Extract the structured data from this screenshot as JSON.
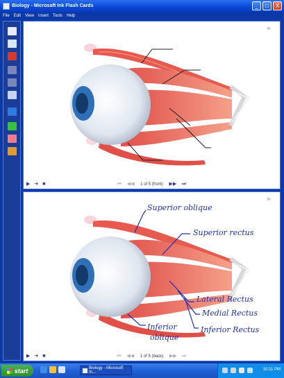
{
  "window": {
    "title": "Biology - Microsoft Ink Flash Cards",
    "buttons": [
      "_",
      "□",
      "X"
    ]
  },
  "menu": [
    "File",
    "Edit",
    "View",
    "Insert",
    "Tools",
    "Help"
  ],
  "tools": [
    {
      "name": "new-card-icon",
      "color": "#e8e8ff"
    },
    {
      "name": "new-deck-icon",
      "color": "#d8e6ff"
    },
    {
      "name": "delete-card-icon",
      "color": "#d23a2a"
    },
    {
      "name": "cut-icon",
      "color": "#7a86b8"
    },
    {
      "name": "copy-icon",
      "color": "#7a86b8"
    },
    {
      "name": "paste-icon",
      "color": "#c9d2f0"
    },
    {
      "name": "pen-icon",
      "color": "#2d7be0"
    },
    {
      "name": "highlighter-icon",
      "color": "#37c23c"
    },
    {
      "name": "eraser-icon",
      "color": "#f07c8c"
    },
    {
      "name": "lasso-icon",
      "color": "#e09a30"
    }
  ],
  "top_card": {
    "counter": "1 of 5 (front)"
  },
  "bottom_card": {
    "counter": "1 of 5 (back)",
    "labels": {
      "superior_oblique": "Superior oblique",
      "superior_rectus": "Superior rectus",
      "lateral_rectus": "Lateral Rectus",
      "medial_rectus": "Medial Rectus",
      "inferior_rectus": "Inferior Rectus",
      "inferior_oblique_1": "Inferior",
      "inferior_oblique_2": "oblique"
    }
  },
  "taskbar": {
    "start": "start",
    "task": "Biology - Microsoft In...",
    "clock": "10:11 PM"
  }
}
